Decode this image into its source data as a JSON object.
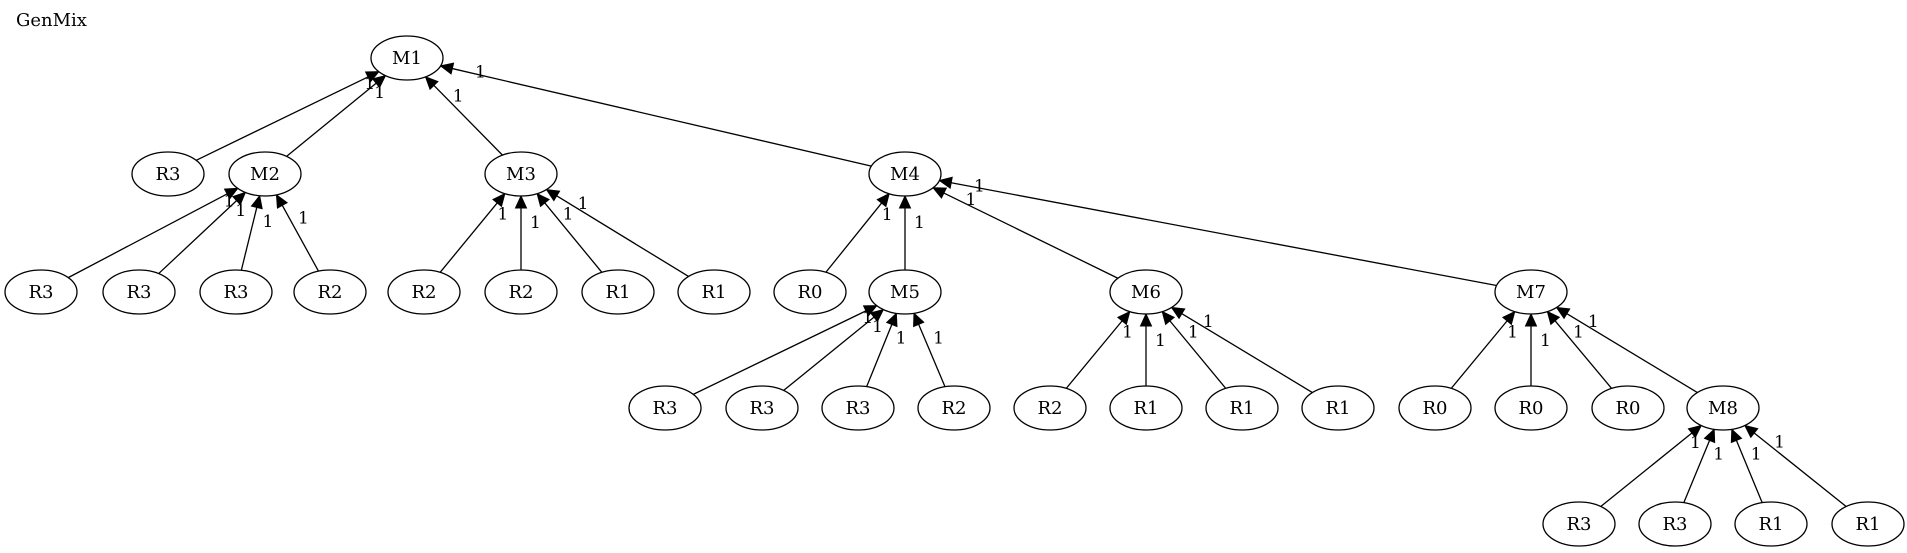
{
  "title": "GenMix",
  "colors": {
    "stroke": "#000000",
    "background": "#ffffff"
  },
  "nodes": [
    {
      "id": "m1",
      "label": "M1"
    },
    {
      "id": "r3a",
      "label": "R3"
    },
    {
      "id": "m2",
      "label": "M2"
    },
    {
      "id": "m3",
      "label": "M3"
    },
    {
      "id": "m4",
      "label": "M4"
    },
    {
      "id": "r3b",
      "label": "R3"
    },
    {
      "id": "r3c",
      "label": "R3"
    },
    {
      "id": "r3d",
      "label": "R3"
    },
    {
      "id": "r2a",
      "label": "R2"
    },
    {
      "id": "r2b",
      "label": "R2"
    },
    {
      "id": "r2c",
      "label": "R2"
    },
    {
      "id": "r1a",
      "label": "R1"
    },
    {
      "id": "r1b",
      "label": "R1"
    },
    {
      "id": "r0a",
      "label": "R0"
    },
    {
      "id": "m5",
      "label": "M5"
    },
    {
      "id": "m6",
      "label": "M6"
    },
    {
      "id": "m7",
      "label": "M7"
    },
    {
      "id": "r3e",
      "label": "R3"
    },
    {
      "id": "r3f",
      "label": "R3"
    },
    {
      "id": "r3g",
      "label": "R3"
    },
    {
      "id": "r2d",
      "label": "R2"
    },
    {
      "id": "r2e",
      "label": "R2"
    },
    {
      "id": "r1c",
      "label": "R1"
    },
    {
      "id": "r1d",
      "label": "R1"
    },
    {
      "id": "r1e",
      "label": "R1"
    },
    {
      "id": "r0b",
      "label": "R0"
    },
    {
      "id": "r0c",
      "label": "R0"
    },
    {
      "id": "r0d",
      "label": "R0"
    },
    {
      "id": "m8",
      "label": "M8"
    },
    {
      "id": "r3h",
      "label": "R3"
    },
    {
      "id": "r3i",
      "label": "R3"
    },
    {
      "id": "r1f",
      "label": "R1"
    },
    {
      "id": "r1g",
      "label": "R1"
    }
  ],
  "edges": [
    {
      "from": "r3a",
      "to": "m1",
      "label": "1"
    },
    {
      "from": "m2",
      "to": "m1",
      "label": "1"
    },
    {
      "from": "m3",
      "to": "m1",
      "label": "1"
    },
    {
      "from": "m4",
      "to": "m1",
      "label": "1"
    },
    {
      "from": "r3b",
      "to": "m2",
      "label": "1"
    },
    {
      "from": "r3c",
      "to": "m2",
      "label": "1"
    },
    {
      "from": "r3d",
      "to": "m2",
      "label": "1"
    },
    {
      "from": "r2a",
      "to": "m2",
      "label": "1"
    },
    {
      "from": "r2b",
      "to": "m3",
      "label": "1"
    },
    {
      "from": "r2c",
      "to": "m3",
      "label": "1"
    },
    {
      "from": "r1a",
      "to": "m3",
      "label": "1"
    },
    {
      "from": "r1b",
      "to": "m3",
      "label": "1"
    },
    {
      "from": "r0a",
      "to": "m4",
      "label": "1"
    },
    {
      "from": "m5",
      "to": "m4",
      "label": "1"
    },
    {
      "from": "m6",
      "to": "m4",
      "label": "1"
    },
    {
      "from": "m7",
      "to": "m4",
      "label": "1"
    },
    {
      "from": "r3e",
      "to": "m5",
      "label": "1"
    },
    {
      "from": "r3f",
      "to": "m5",
      "label": "1"
    },
    {
      "from": "r3g",
      "to": "m5",
      "label": "1"
    },
    {
      "from": "r2d",
      "to": "m5",
      "label": "1"
    },
    {
      "from": "r2e",
      "to": "m6",
      "label": "1"
    },
    {
      "from": "r1c",
      "to": "m6",
      "label": "1"
    },
    {
      "from": "r1d",
      "to": "m6",
      "label": "1"
    },
    {
      "from": "r1e",
      "to": "m6",
      "label": "1"
    },
    {
      "from": "r0b",
      "to": "m7",
      "label": "1"
    },
    {
      "from": "r0c",
      "to": "m7",
      "label": "1"
    },
    {
      "from": "r0d",
      "to": "m7",
      "label": "1"
    },
    {
      "from": "m8",
      "to": "m7",
      "label": "1"
    },
    {
      "from": "r3h",
      "to": "m8",
      "label": "1"
    },
    {
      "from": "r3i",
      "to": "m8",
      "label": "1"
    },
    {
      "from": "r1f",
      "to": "m8",
      "label": "1"
    },
    {
      "from": "r1g",
      "to": "m8",
      "label": "1"
    }
  ]
}
